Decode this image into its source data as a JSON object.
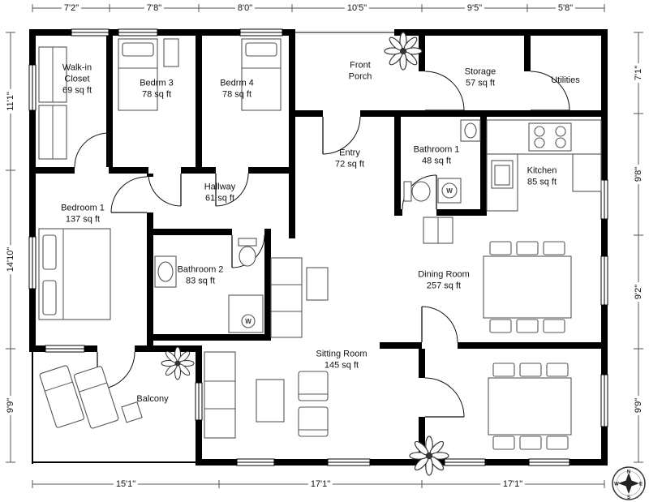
{
  "plan": {
    "rooms": [
      {
        "name": "Walk-in Closet",
        "area": "69 sq ft"
      },
      {
        "name": "Bedrm 3",
        "area": "78 sq ft"
      },
      {
        "name": "Bedrm 4",
        "area": "78 sq ft"
      },
      {
        "name": "Front Porch",
        "area": ""
      },
      {
        "name": "Storage",
        "area": "57 sq ft"
      },
      {
        "name": "Utilities",
        "area": ""
      },
      {
        "name": "Entry",
        "area": "72 sq ft"
      },
      {
        "name": "Bathroom 1",
        "area": "48 sq ft"
      },
      {
        "name": "Kitchen",
        "area": "85 sq ft"
      },
      {
        "name": "Bedroom 1",
        "area": "137 sq ft"
      },
      {
        "name": "Hallway",
        "area": "61 sq ft"
      },
      {
        "name": "Bathroom 2",
        "area": "83 sq ft"
      },
      {
        "name": "Dining Room",
        "area": "257 sq ft"
      },
      {
        "name": "Sitting Room",
        "area": "145 sq ft"
      },
      {
        "name": "Balcony",
        "area": ""
      }
    ],
    "dimensions": {
      "top": [
        "7'2\"",
        "7'8\"",
        "8'0\"",
        "10'5\"",
        "9'5\"",
        "5'8\""
      ],
      "left": [
        "11'1\"",
        "14'10\"",
        "9'9\""
      ],
      "right": [
        "7'1\"",
        "9'8\"",
        "9'2\"",
        "9'9\""
      ],
      "bottom": [
        "15'1\"",
        "17'1\"",
        "17'1\""
      ]
    },
    "compass": {
      "north": "N",
      "east": "E",
      "south": "S",
      "west": "W"
    },
    "symbols": {
      "washer": "W"
    },
    "colors": {
      "wall": "#000000",
      "furniture": "#555555",
      "background": "#ffffff"
    }
  }
}
